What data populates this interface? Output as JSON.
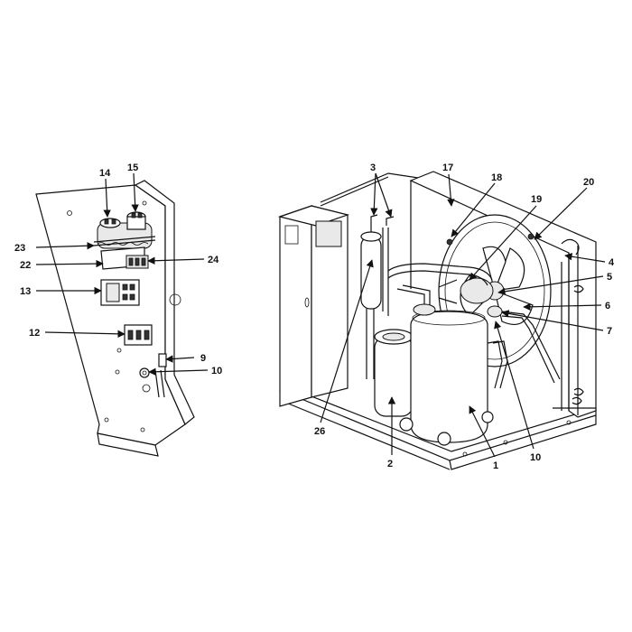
{
  "callouts": {
    "c1": "1",
    "c2": "2",
    "c3": "3",
    "c4": "4",
    "c5": "5",
    "c6": "6",
    "c7": "7",
    "c9": "9",
    "c10a": "10",
    "c10b": "10",
    "c12": "12",
    "c13": "13",
    "c14": "14",
    "c15": "15",
    "c17": "17",
    "c18": "18",
    "c19": "19",
    "c20": "20",
    "c22": "22",
    "c23": "23",
    "c24": "24",
    "c26": "26"
  },
  "colors": {
    "line": "#111111",
    "background": "#ffffff",
    "shade": "#e9e9e9"
  }
}
